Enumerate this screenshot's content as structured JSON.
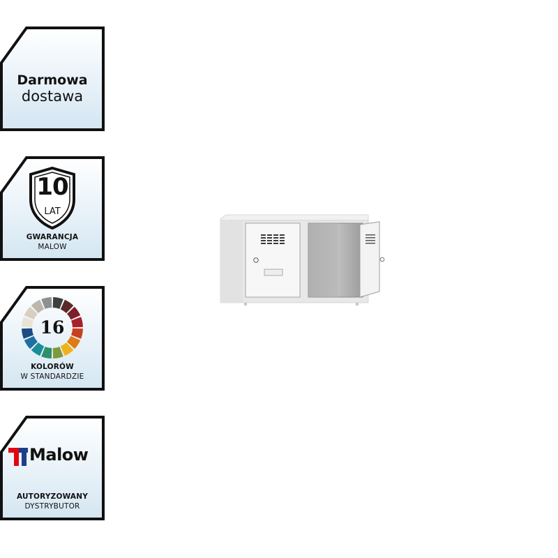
{
  "badges": {
    "delivery": {
      "line1": "Darmowa",
      "line2": "dostawa"
    },
    "warranty": {
      "number": "10",
      "unit": "LAT",
      "line1": "GWARANCJA",
      "line2": "MALOW"
    },
    "colors": {
      "number": "16",
      "line1": "KOLORÓW",
      "line2": "W STANDARDZIE"
    },
    "distributor": {
      "brand": "Malow",
      "line1": "AUTORYZOWANY",
      "line2": "DYSTRYBUTOR"
    }
  },
  "theme": {
    "border": "#111111",
    "badge_fill_top": "#ffffff",
    "badge_fill_bottom": "#d6e7f3",
    "logo_red": "#e30613",
    "logo_blue": "#1d3f8c"
  },
  "icons": {
    "warranty": "shield-icon",
    "colors": "color-wheel-icon",
    "distributor": "malow-logo-icon",
    "product": "locker-cabinet-image"
  }
}
